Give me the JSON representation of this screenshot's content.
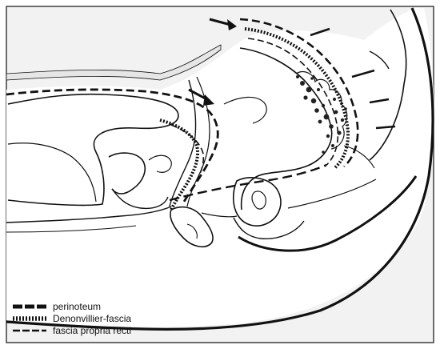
{
  "colors": {
    "background": "#ffffff",
    "frame_fill": "#f2f2f2",
    "line": "#111111"
  },
  "legend": {
    "items": [
      {
        "label": "perinoteum",
        "symbol": "dash-bold"
      },
      {
        "label": "Denonvillier-fascia",
        "symbol": "dotted-band"
      },
      {
        "label": "fascia propria recti",
        "symbol": "dash-thin"
      }
    ]
  },
  "icons": [
    "arrow-icon",
    "arrow-icon"
  ]
}
